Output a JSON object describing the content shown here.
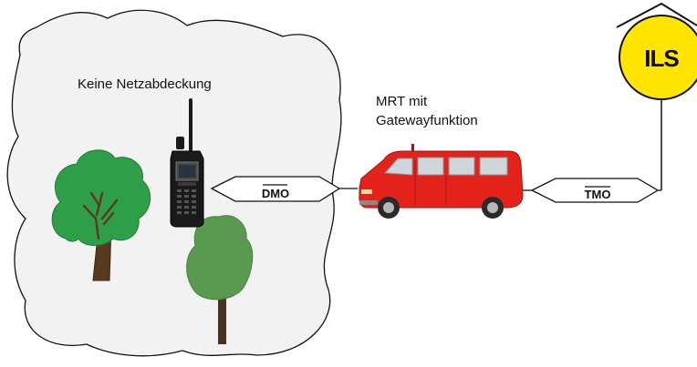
{
  "area_label": "Keine Netzabdeckung",
  "vehicle_label": {
    "line1": "MRT mit",
    "line2": "Gatewayfunktion"
  },
  "links": {
    "dmo": "DMO",
    "tmo": "TMO"
  },
  "control_center": "ILS",
  "colors": {
    "area_fill": "#f2f2f2",
    "vehicle_red": "#e3231b",
    "ils_yellow": "#ffe500",
    "tree_dark": "#2e9e49",
    "tree_light": "#5a9a50",
    "trunk": "#5a3a1f"
  }
}
